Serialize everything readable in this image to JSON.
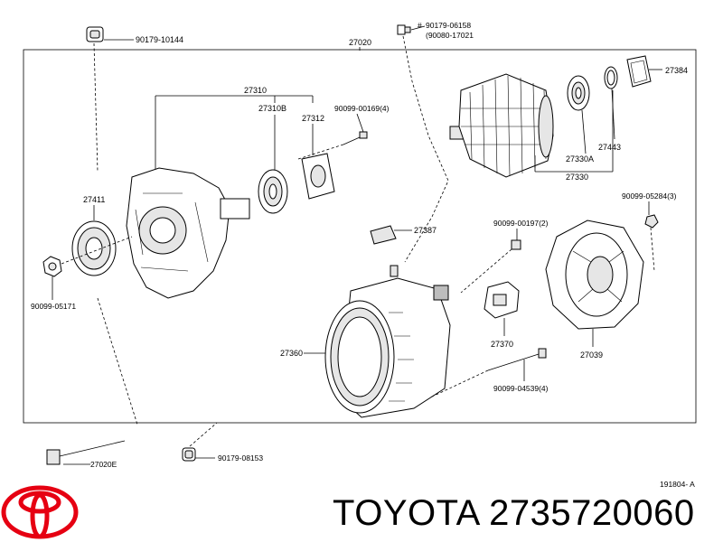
{
  "diagram": {
    "ref_code": "191804- A",
    "labels": {
      "p90179_10144": "90179-10144",
      "p27020": "27020",
      "p90179_06158": "90179-06158",
      "p90080_17021": "(90080-17021",
      "p27384": "27384",
      "p27310": "27310",
      "p27310B": "27310B",
      "p27312": "27312",
      "p90099_00169": "90099-00169(4)",
      "p27443": "27443",
      "p27330A": "27330A",
      "p27330": "27330",
      "p27411": "27411",
      "p90099_05284": "90099-05284(3)",
      "p27387": "27387",
      "p90099_00197": "90099-00197(2)",
      "p90099_05171": "90099-05171",
      "p27360": "27360",
      "p27370": "27370",
      "p27039": "27039",
      "p90099_04539": "90099-04539(4)",
      "p27020E": "27020E",
      "p90179_08153": "90179-08153"
    }
  },
  "footer": {
    "brand_text": "TOYOTA 2735720060",
    "logo_icon": "toyota-logo-icon",
    "logo_color": "#e60012"
  }
}
